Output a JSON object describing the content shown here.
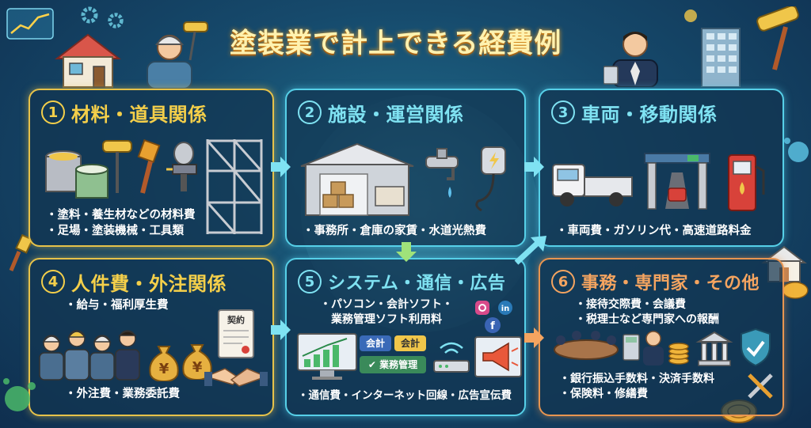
{
  "title": "塗装業で計上できる経費例",
  "colors": {
    "yellow": "#e6c24a",
    "cyan": "#56d0e8",
    "orange": "#e89550",
    "title": "#fff2b0"
  },
  "panels": [
    {
      "num": "1",
      "title": "材料・道具関係",
      "items": [
        "・塗料・養生材などの材料費",
        "・足場・塗装機械・工具類"
      ]
    },
    {
      "num": "2",
      "title": "施設・運営関係",
      "items": [
        "・事務所・倉庫の家賃・水道光熱費"
      ]
    },
    {
      "num": "3",
      "title": "車両・移動関係",
      "items": [
        "・車両費・ガソリン代・高速道路料金"
      ]
    },
    {
      "num": "4",
      "title": "人件費・外注関係",
      "items": [
        "・給与・福利厚生費",
        "・外注費・業務委託費"
      ]
    },
    {
      "num": "5",
      "title": "システム・通信・広告",
      "items": [
        "・パソコン・会計ソフト・",
        "業務管理ソフト利用料",
        "・通信費・インターネット回線・広告宣伝費"
      ]
    },
    {
      "num": "6",
      "title": "事務・専門家・その他",
      "items": [
        "・接待交際費・会議費",
        "・税理士など専門家への報酬",
        "・銀行振込手数料・決済手数料",
        "・保険料・修繕費"
      ]
    }
  ],
  "illustration_labels": {
    "contract": "契約",
    "accounting_1": "会計",
    "accounting_2": "会計",
    "business_mgmt": "業務管理",
    "yen": "¥",
    "linkedin": "in",
    "facebook": "f"
  },
  "icons": [
    "house-icon",
    "painter-icon",
    "businessman-icon",
    "building-icon",
    "paint-roller-icon",
    "paint-can-icon",
    "paint-brush-icon",
    "spray-gun-icon",
    "scaffold-icon",
    "warehouse-icon",
    "faucet-icon",
    "plug-icon",
    "truck-icon",
    "toll-gate-icon",
    "gas-pump-icon",
    "worker-group-icon",
    "money-bag-icon",
    "contract-icon",
    "handshake-icon",
    "monitor-chart-icon",
    "router-icon",
    "megaphone-icon",
    "social-icons",
    "meeting-table-icon",
    "calculator-icon",
    "coins-icon",
    "bank-icon",
    "shield-check-icon",
    "tools-icon"
  ]
}
